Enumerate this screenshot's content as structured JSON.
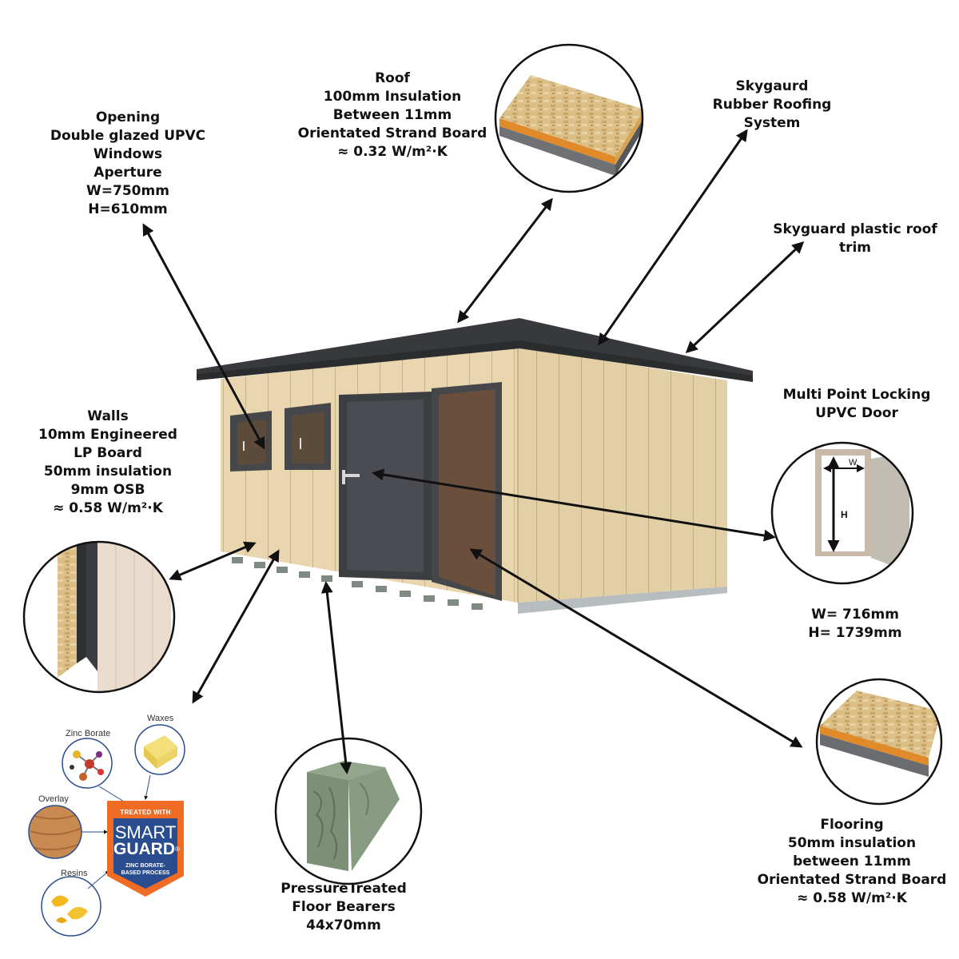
{
  "labels": {
    "roof": [
      "Roof",
      "100mm Insulation",
      "Between 11mm",
      "Orientated Strand Board",
      "≈ 0.32 W/m²·K"
    ],
    "opening": [
      "Opening",
      "Double glazed  UPVC",
      "Windows",
      "Aperture",
      "W=750mm",
      "H=610mm"
    ],
    "rubber": [
      "Skygaurd",
      "Rubber Roofing",
      "System"
    ],
    "trim": [
      "Skyguard plastic roof",
      "trim"
    ],
    "door": [
      "Multi Point Locking",
      "UPVC Door"
    ],
    "door_dims": [
      "W= 716mm",
      "H= 1739mm"
    ],
    "walls": [
      "Walls",
      "10mm Engineered",
      "LP Board",
      "50mm insulation",
      "9mm OSB",
      "≈ 0.58 W/m²·K"
    ],
    "bearers": [
      "PressureTreated",
      "Floor Bearers",
      "44x70mm"
    ],
    "flooring": [
      "Flooring",
      "50mm insulation",
      "between 11mm",
      "Orientated Strand Board",
      "≈ 0.58 W/m²·K"
    ]
  },
  "door_diagram": {
    "w": "W",
    "h": "H"
  },
  "smartguard": {
    "zinc": "Zinc Borate",
    "waxes": "Waxes",
    "overlay": "Overlay",
    "resins": "Resins",
    "treated_with": "TREATED WITH",
    "smart": "SMART",
    "guard": "GUARD",
    "tm": "®",
    "footer1": "ZINC BORATE-",
    "footer2": "BASED PROCESS"
  },
  "colors": {
    "wood": "#e6d3ab",
    "wood_shade": "#c9b488",
    "roof": "#3b3b3e",
    "frame": "#46484c",
    "osb": "#d8b97e",
    "bearer": "#7e9277",
    "smartguard_orange": "#f06b23",
    "smartguard_blue": "#2a4d8f"
  }
}
